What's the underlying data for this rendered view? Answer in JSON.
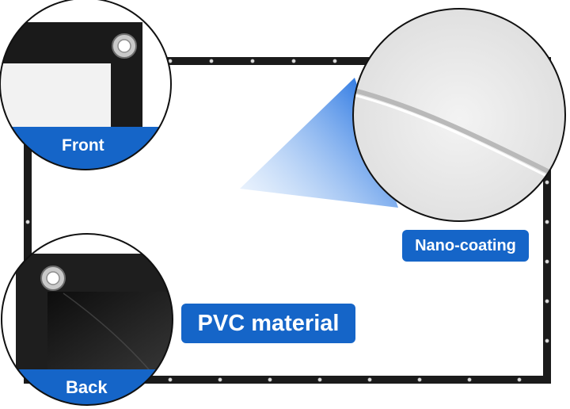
{
  "labels": {
    "front": "Front",
    "back": "Back",
    "nano_coating": "Nano-coating",
    "pvc_material": "PVC material"
  },
  "colors": {
    "accent_blue": "#1565c8",
    "frame_black": "#1b1b1b",
    "screen_white": "#ffffff"
  }
}
